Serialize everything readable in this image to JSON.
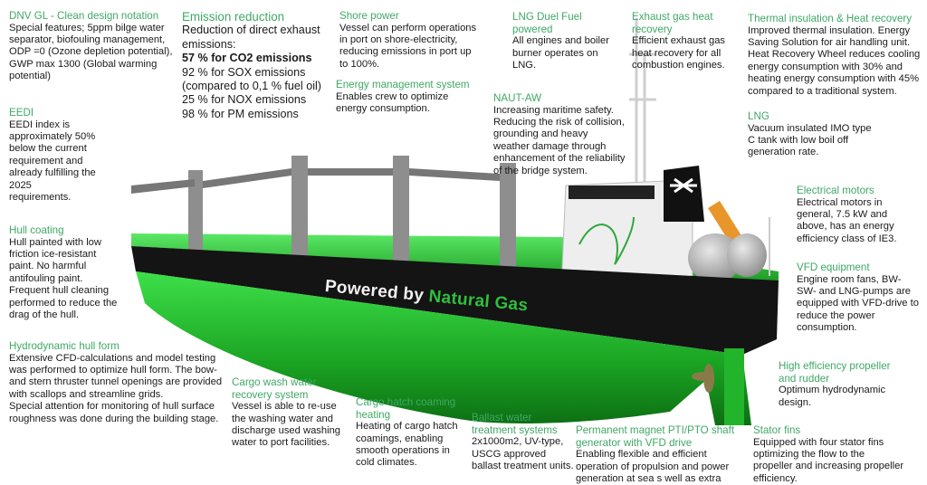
{
  "hull_text": {
    "prefix": "Powered by",
    "highlight": "Natural Gas"
  },
  "colors": {
    "heading": "#3fa866",
    "hull_green": "#22c02a",
    "hull_black": "#141414"
  },
  "sections": [
    {
      "key": "dnv",
      "title": [
        "DNV GL - Clean design notation"
      ],
      "lines": [
        "Special features; 5ppm bilge water",
        "separator, biofouling management,",
        "ODP =0 (Ozone depletion potential),",
        "GWP max 1300 (Global warming",
        "potential)"
      ]
    },
    {
      "key": "emission",
      "title": [
        "Emission reduction"
      ],
      "lines": [
        "Reduction of direct exhaust",
        "emissions:",
        "57 % for CO2 emissions",
        "92 % for SOX emissions",
        "(compared to 0,1 % fuel oil)",
        "25 % for NOX emissions",
        "98 % for PM emissions"
      ],
      "bold_line": "57 % for CO2 emissions"
    },
    {
      "key": "shore",
      "title": [
        "Shore power"
      ],
      "lines": [
        "Vessel can perform operations",
        "in port on shore-electricity,",
        "reducing emissions in port up",
        "to 100%."
      ]
    },
    {
      "key": "energy",
      "title": [
        "Energy management system"
      ],
      "lines": [
        "Enables crew to optimize",
        "energy consumption."
      ]
    },
    {
      "key": "lngfuel",
      "title": [
        "LNG Duel Fuel",
        "powered"
      ],
      "lines": [
        "All engines and boiler",
        "burner operates on",
        "LNG."
      ]
    },
    {
      "key": "exhaust",
      "title": [
        "Exhaust gas heat",
        "recovery"
      ],
      "lines": [
        "Efficient exhaust gas",
        "heat recovery for all",
        "combustion engines."
      ]
    },
    {
      "key": "thermal",
      "title": [
        "Thermal insulation & Heat recovery"
      ],
      "lines": [
        "Improved thermal insulation. Energy",
        "Saving Solution for air handling unit.",
        "Heat Recovery Wheel reduces cooling",
        "energy consumption with 30% and",
        "heating energy consumption with 45%",
        "compared to a traditional system."
      ]
    },
    {
      "key": "naut",
      "title": [
        "NAUT-AW"
      ],
      "lines": [
        "Increasing maritime safety.",
        "Reducing the risk of collision,",
        "grounding and heavy",
        "weather damage through",
        "enhancement of the reliability",
        "of the bridge system."
      ]
    },
    {
      "key": "lng",
      "title": [
        "LNG"
      ],
      "lines": [
        "Vacuum insulated IMO type",
        "C tank with low boil off",
        "generation rate."
      ]
    },
    {
      "key": "eedi",
      "title": [
        "EEDI"
      ],
      "lines": [
        "EEDI index is",
        "approximately 50%",
        "below the current",
        "requirement and",
        "already fulfilling the",
        "2025",
        "requirements."
      ]
    },
    {
      "key": "hull",
      "title": [
        "Hull coating"
      ],
      "lines": [
        "Hull painted with low",
        "friction ice-resistant",
        "paint. No harmful",
        "antifouling paint.",
        "Frequent hull cleaning",
        "performed to reduce the",
        "drag of the hull."
      ]
    },
    {
      "key": "motors",
      "title": [
        "Electrical motors"
      ],
      "lines": [
        "Electrical motors in",
        "general, 7.5 kW and",
        "above, has an energy",
        "efficiency class of IE3."
      ]
    },
    {
      "key": "vfd",
      "title": [
        "VFD equipment"
      ],
      "lines": [
        "Engine room  fans,  BW-",
        "SW- and LNG-pumps are",
        "equipped with VFD-drive to",
        "reduce the power",
        "consumption."
      ]
    },
    {
      "key": "hydro",
      "title": [
        "Hydrodynamic hull form"
      ],
      "lines": [
        "Extensive CFD-calculations and model testing",
        "was performed to optimize hull form. The bow-",
        "and stern thruster tunnel openings are provided",
        "with scallops and streamline grids.",
        "Special attention for monitoring of hull surface",
        "roughness was done during the building stage."
      ]
    },
    {
      "key": "propeller",
      "title": [
        "High efficiency propeller",
        "and rudder"
      ],
      "lines": [
        "Optimum hydrodynamic",
        "design."
      ]
    },
    {
      "key": "wash",
      "title": [
        "Cargo wash water",
        "recovery system"
      ],
      "lines": [
        "Vessel is able to re-use",
        "the washing water and",
        "discharge used washing",
        "water to port facilities."
      ]
    },
    {
      "key": "hatch",
      "title": [
        "Cargo hatch coaming",
        "heating"
      ],
      "lines": [
        "Heating of cargo hatch",
        "coamings, enabling",
        "smooth operations in",
        "cold climates."
      ]
    },
    {
      "key": "ballast",
      "title": [
        "Ballast water",
        "treatment systems"
      ],
      "lines": [
        "2x1000m2, UV-type,",
        "USCG approved",
        "ballast treatment units."
      ]
    },
    {
      "key": "pti",
      "title": [
        "Permanent magnet PTI/PTO shaft",
        "generator with VFD drive"
      ],
      "lines": [
        "Enabling flexible and efficient",
        "operation of propulsion and power",
        "generation at sea s well as extra"
      ]
    },
    {
      "key": "stator",
      "title": [
        "Stator fins"
      ],
      "lines": [
        "Equipped with four stator fins",
        "optimizing the flow to the",
        "propeller and increasing propeller",
        "efficiency."
      ]
    }
  ]
}
